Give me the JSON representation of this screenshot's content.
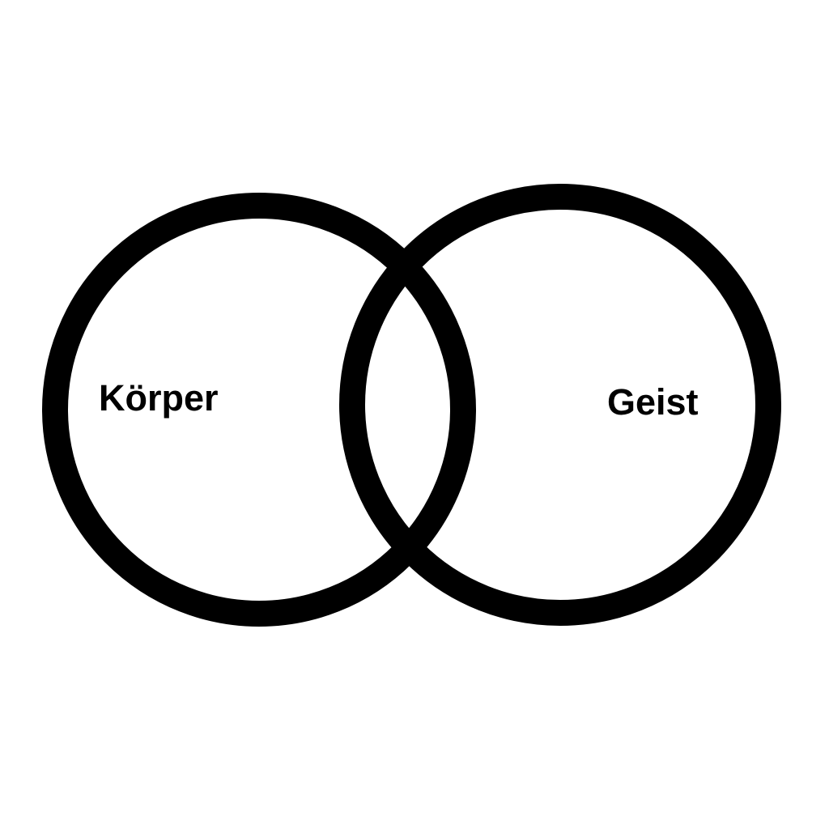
{
  "diagram": {
    "type": "venn",
    "sets": [
      {
        "label": "Körper"
      },
      {
        "label": "Geist"
      }
    ],
    "colors": {
      "stroke": "#000000",
      "background": "#ffffff"
    }
  }
}
